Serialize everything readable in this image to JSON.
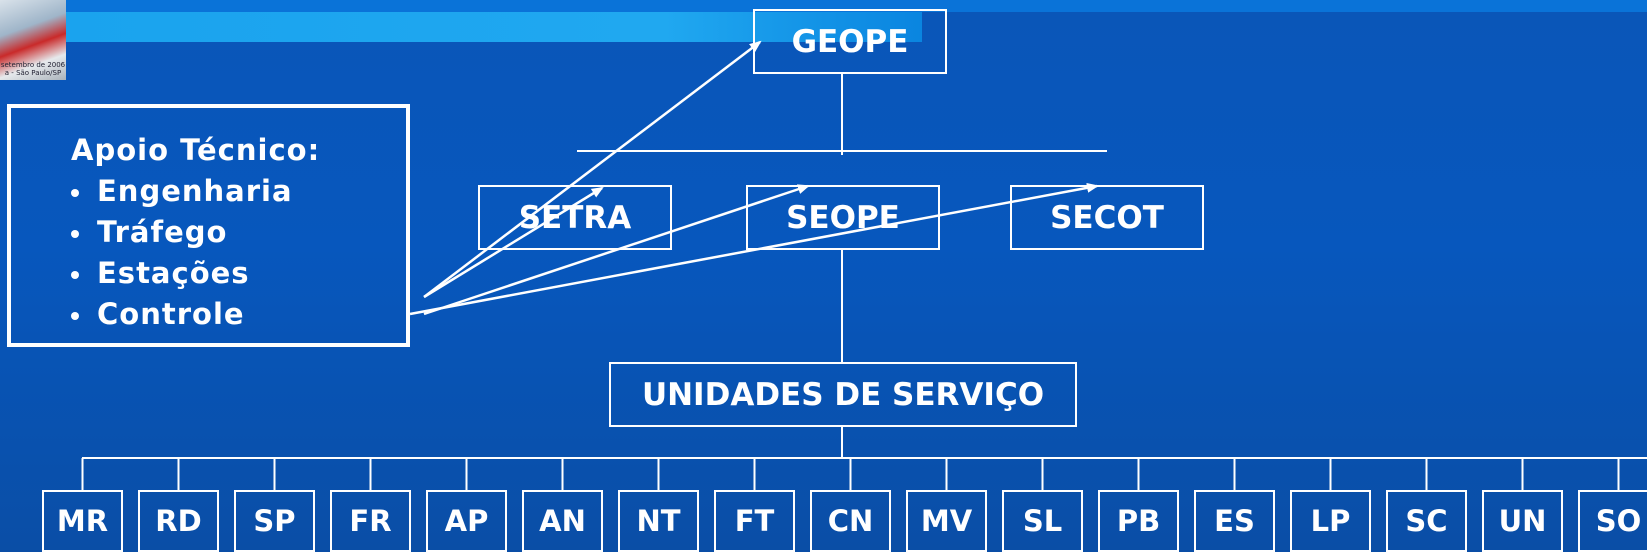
{
  "logo": {
    "caption_line1": "setembro de 2006",
    "caption_line2": "a - São Paulo/SP"
  },
  "top": {
    "label": "GEOPE"
  },
  "level2": [
    {
      "id": "setra",
      "label": "SETRA"
    },
    {
      "id": "seope",
      "label": "SEOPE"
    },
    {
      "id": "secot",
      "label": "SECOT"
    }
  ],
  "services": {
    "label": "UNIDADES DE SERVIÇO"
  },
  "units": [
    "MR",
    "RD",
    "SP",
    "FR",
    "AP",
    "AN",
    "NT",
    "FT",
    "CN",
    "MV",
    "SL",
    "PB",
    "ES",
    "LP",
    "SC",
    "UN",
    "SO"
  ],
  "support": {
    "title": "Apoio Técnico:",
    "items": [
      "Engenharia",
      "Tráfego",
      "Estações",
      "Controle"
    ]
  },
  "colors": {
    "background": "#0757bd",
    "line": "#ffffff",
    "top_bar": "#20a8f0"
  }
}
